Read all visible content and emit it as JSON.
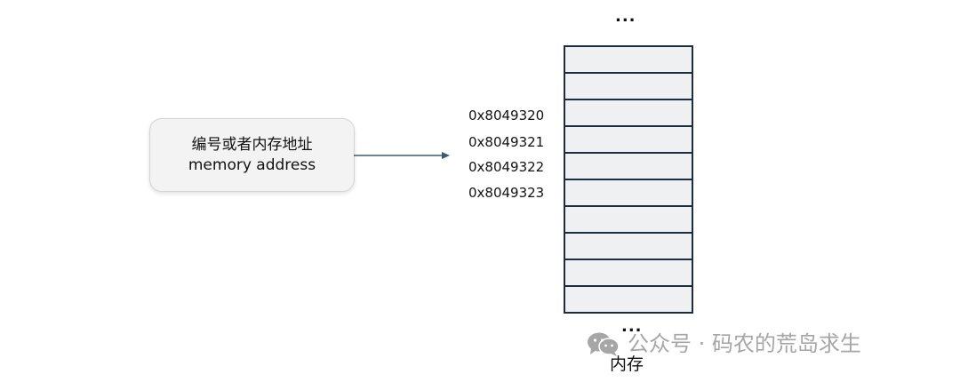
{
  "label_box": {
    "line1": "编号或者内存地址",
    "line2": "memory address"
  },
  "memory": {
    "top_ellipsis": "...",
    "bottom_ellipsis": "...",
    "cell_count": 10,
    "label": "内存",
    "cell_color": "#eef0f2",
    "border_color": "#1e2d3d"
  },
  "addresses": [
    "0x8049320",
    "0x8049321",
    "0x8049322",
    "0x8049323"
  ],
  "arrow_color": "#3d5a73",
  "watermark": {
    "icon": "wechat-icon",
    "text": "公众号 · 码农的荒岛求生"
  }
}
